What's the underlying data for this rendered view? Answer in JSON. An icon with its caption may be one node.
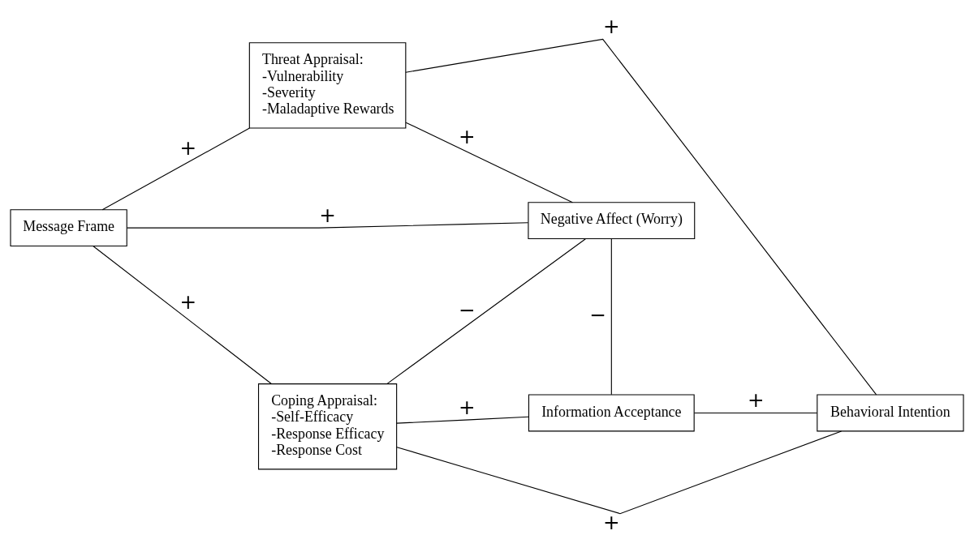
{
  "diagram": {
    "nodes": [
      {
        "text": [
          "Message Frame"
        ]
      },
      {
        "text": [
          "Threat Appraisal:",
          "-Vulnerability",
          "-Severity",
          "-Maladaptive Rewards"
        ]
      },
      {
        "text": [
          "Negative Affect (Worry)"
        ]
      },
      {
        "text": [
          "Coping Appraisal:",
          "-Self-Efficacy",
          "-Response Efficacy",
          "-Response Cost"
        ]
      },
      {
        "text": [
          "Information Acceptance"
        ]
      },
      {
        "text": [
          "Behavioral Intention"
        ]
      }
    ],
    "edges": [
      {
        "from": 0,
        "to": 1,
        "arrow": "none",
        "label": "+"
      },
      {
        "from": 0,
        "to": 2,
        "arrow": "none",
        "label": "+"
      },
      {
        "from": 0,
        "to": 3,
        "arrow": "none",
        "label": "+"
      },
      {
        "from": 1,
        "to": 2,
        "arrow": "none",
        "label": "+"
      },
      {
        "from": 1,
        "to": 5,
        "arrow": "none",
        "label": "+"
      },
      {
        "from": 3,
        "to": 2,
        "arrow": "none",
        "label": "−"
      },
      {
        "from": 2,
        "to": 4,
        "arrow": "none",
        "label": "−"
      },
      {
        "from": 3,
        "to": 5,
        "arrow": "none",
        "label": "+"
      },
      {
        "from": 3,
        "to": 4,
        "arrow": "none",
        "label": "+"
      },
      {
        "from": 4,
        "to": 5,
        "arrow": "none",
        "label": "+"
      }
    ]
  }
}
